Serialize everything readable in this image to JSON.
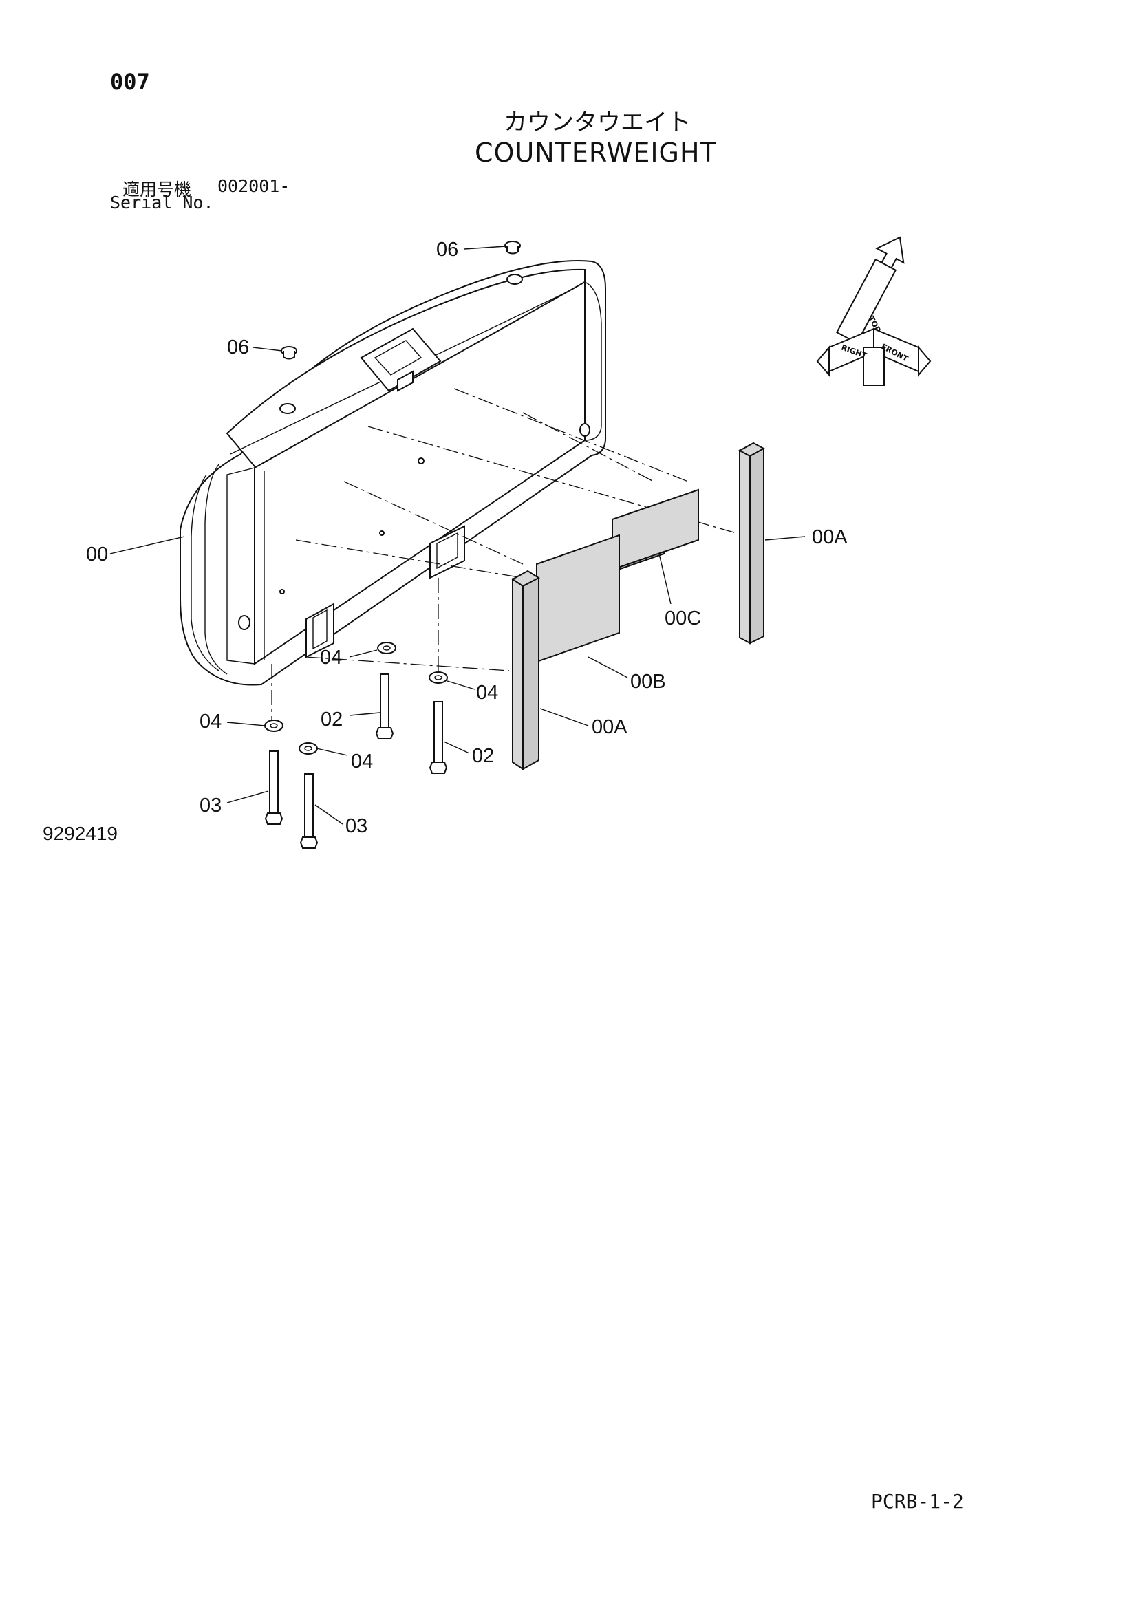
{
  "header": {
    "page_number": "007",
    "title_jp": "カウンタウエイト",
    "title_en": "COUNTERWEIGHT",
    "serial_label_jp": "適用号機",
    "serial_range": "002001-",
    "serial_label_en": "Serial No."
  },
  "callouts": {
    "c06_top": "06",
    "c06_left": "06",
    "c00": "00",
    "c00A_right": "00A",
    "c00C": "00C",
    "c00B": "00B",
    "c00A_front": "00A",
    "c04_a": "04",
    "c04_b": "04",
    "c04_c": "04",
    "c04_d": "04",
    "c02_a": "02",
    "c02_b": "02",
    "c03_a": "03",
    "c03_b": "03"
  },
  "orientation": {
    "top": "TOP",
    "right": "RIGHT",
    "front": "FRONT"
  },
  "footer": {
    "drawing_number": "9292419",
    "sheet_code": "PCRB-1-2"
  }
}
